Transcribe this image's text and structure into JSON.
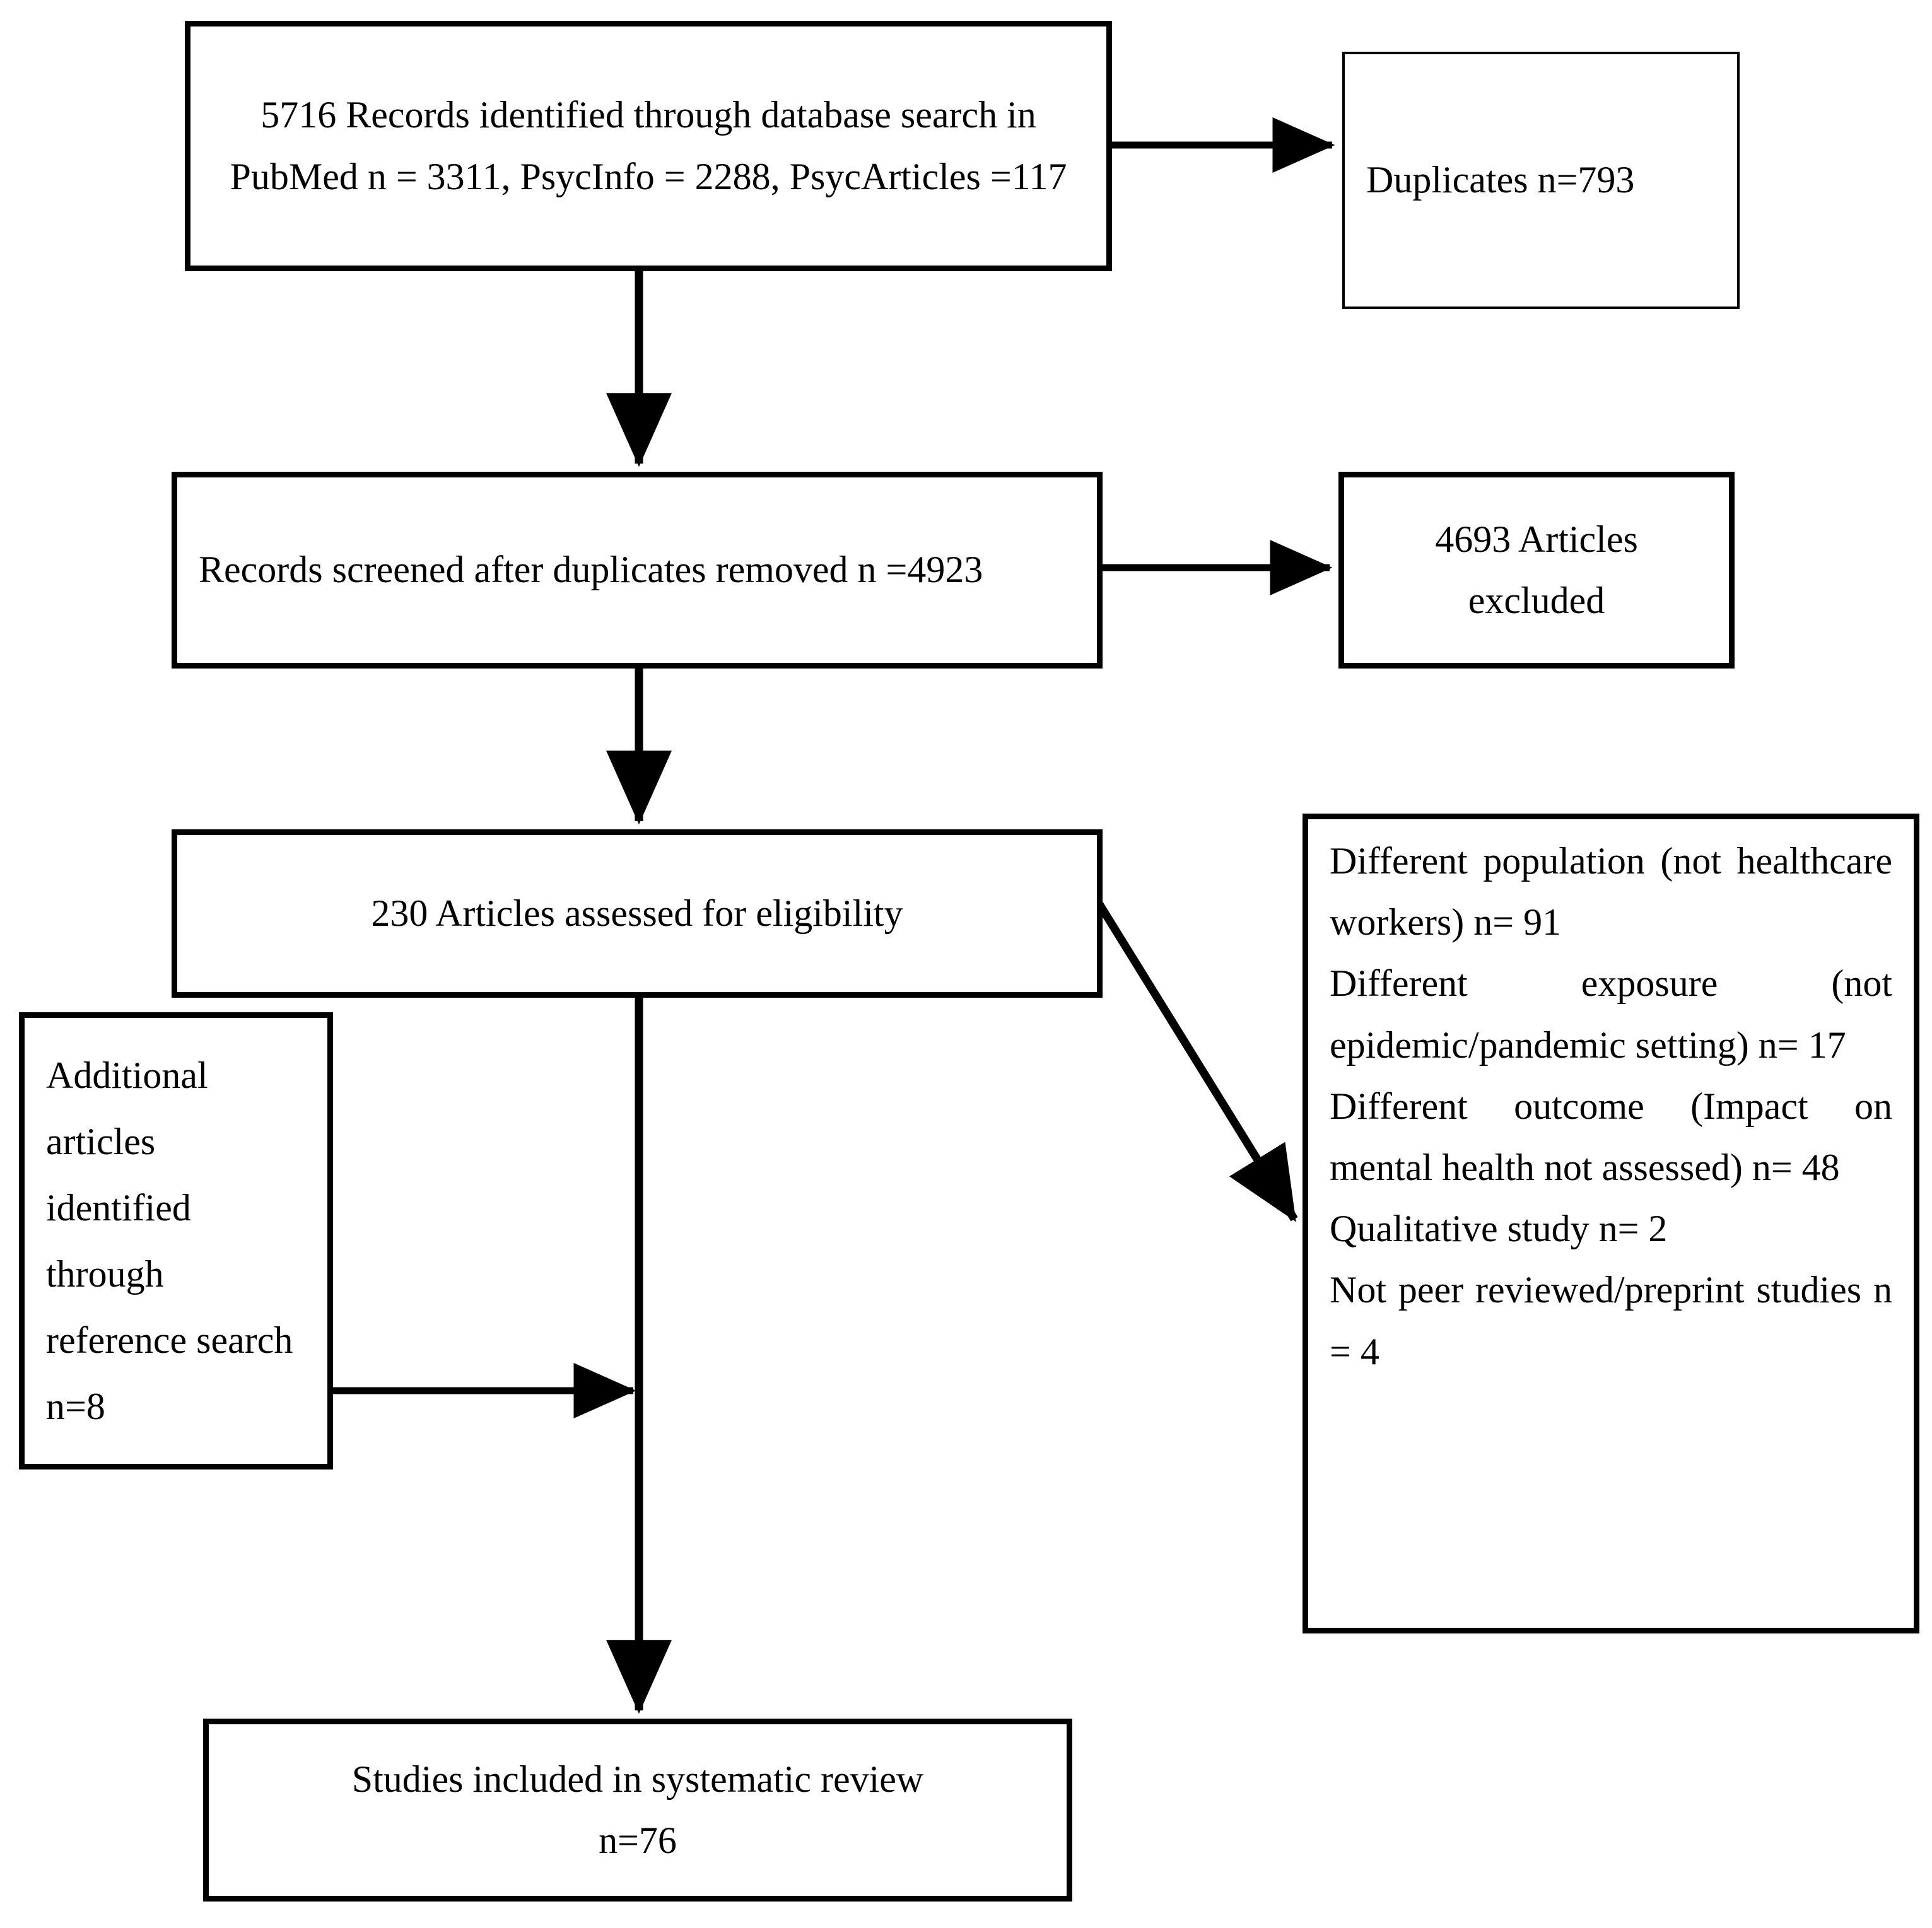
{
  "diagram": {
    "type": "prisma-flow-diagram",
    "boxes": {
      "identified": {
        "text": "5716 Records identified through database search in PubMed n = 3311, PsycInfo = 2288, PsycArticles =117",
        "count": 5716,
        "sources": [
          {
            "name": "PubMed",
            "n": 3311
          },
          {
            "name": "PsycInfo",
            "n": 2288
          },
          {
            "name": "PsycArticles",
            "n": 117
          }
        ]
      },
      "duplicates": {
        "text": "Duplicates n=793",
        "count": 793
      },
      "screened": {
        "text": "Records screened after duplicates removed n =4923",
        "count": 4923
      },
      "excluded": {
        "line1": "4693 Articles",
        "line2": "excluded",
        "count": 4693
      },
      "eligibility": {
        "text": "230 Articles assessed for eligibility",
        "count": 230
      },
      "additional": {
        "text": "Additional articles identified through reference search n=8",
        "count": 8
      },
      "exclusion_reasons": {
        "items": [
          {
            "text": "Different population (not healthcare workers) n= 91",
            "n": 91
          },
          {
            "text": "Different exposure (not epidemic/pandemic setting) n= 17",
            "n": 17
          },
          {
            "text": "Different outcome (Impact on mental health not assessed) n= 48",
            "n": 48
          },
          {
            "text": "Qualitative study n= 2",
            "n": 2
          },
          {
            "text": "Not peer reviewed/preprint studies n = 4",
            "n": 4
          }
        ]
      },
      "included": {
        "line1": "Studies included in systematic review",
        "line2": "n=76",
        "count": 76
      }
    },
    "colors": {
      "stroke": "#000000",
      "fill": "#ffffff"
    }
  }
}
